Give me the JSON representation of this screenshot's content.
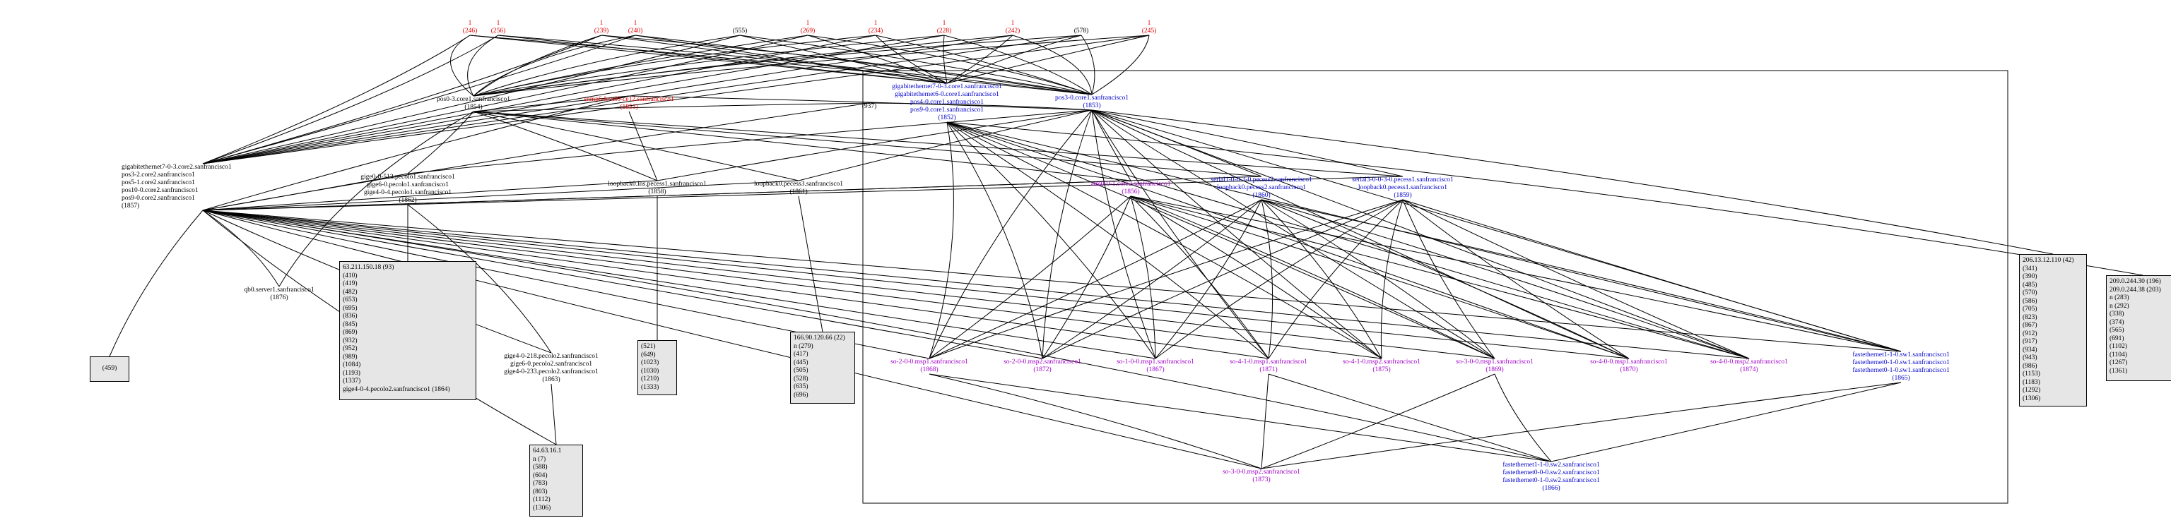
{
  "colors": {
    "black": "#000000",
    "red": "#e00000",
    "blue": "#0000cc",
    "purple": "#a000c8",
    "box_fill": "#e6e6e6"
  },
  "top_nodes": [
    {
      "id": "t246",
      "lines": [
        "1",
        "(246)"
      ],
      "color": "red"
    },
    {
      "id": "t256",
      "lines": [
        "1",
        "(256)"
      ],
      "color": "red"
    },
    {
      "id": "t239",
      "lines": [
        "1",
        "(239)"
      ],
      "color": "red"
    },
    {
      "id": "t240",
      "lines": [
        "1",
        "(240)"
      ],
      "color": "red"
    },
    {
      "id": "t555",
      "lines": [
        "(555)"
      ],
      "color": "black"
    },
    {
      "id": "t269",
      "lines": [
        "1",
        "(269)"
      ],
      "color": "red"
    },
    {
      "id": "t234",
      "lines": [
        "1",
        "(234)"
      ],
      "color": "red"
    },
    {
      "id": "t228",
      "lines": [
        "1",
        "(228)"
      ],
      "color": "red"
    },
    {
      "id": "t242",
      "lines": [
        "1",
        "(242)"
      ],
      "color": "red"
    },
    {
      "id": "t578",
      "lines": [
        "(578)"
      ],
      "color": "black"
    },
    {
      "id": "t245",
      "lines": [
        "1",
        "(245)"
      ],
      "color": "red"
    }
  ],
  "nodes": [
    {
      "id": "pos0core1",
      "lines": [
        "pos0-3.core1.sanfrancisco1",
        "(1854)"
      ],
      "color": "black"
    },
    {
      "id": "snmp",
      "lines": [
        "snmp6-level0-ce12.sanfrancisco1",
        "(1851)"
      ],
      "color": "red"
    },
    {
      "id": "n937",
      "lines": [
        "(937)"
      ],
      "color": "black"
    },
    {
      "id": "giga7core1",
      "lines": [
        "gigabitethernet7-0-3.core1.sanfrancisco1",
        "gigabitethernet6-0.core1.sanfrancisco1",
        "pos4-0.core1.sanfrancisco1",
        "pos9-0.core1.sanfrancisco1",
        "(1852)"
      ],
      "color": "blue"
    },
    {
      "id": "pos3core1",
      "lines": [
        "pos3-0.core1.sanfrancisco1",
        "(1853)"
      ],
      "color": "blue"
    },
    {
      "id": "giga7core2",
      "lines": [
        "gigabitethernet7-0-3.core2.sanfrancisco1",
        "pos3-2.core2.sanfrancisco1",
        "pos5-1.core2.sanfrancisco1",
        "pos10-0.core2.sanfrancisco1",
        "pos9-0.core2.sanfrancisco1",
        "(1857)"
      ],
      "color": "black"
    },
    {
      "id": "gige0pecolo1",
      "lines": [
        "gige0-0-513.pecolo1.sanfrancisco1",
        "gige6-0.pecolo1.sanfrancisco1",
        "gige4-0-4.pecolo1.sanfrancisco1",
        "(1862)"
      ],
      "color": "black"
    },
    {
      "id": "loopback0ns",
      "lines": [
        "loopback0.lns.pecess1.sanfrancisco1",
        "(1858)"
      ],
      "color": "black"
    },
    {
      "id": "loopback0pecess3",
      "lines": [
        "loopback0.pecess3.sanfrancisco1",
        "(1861)"
      ],
      "color": "black"
    },
    {
      "id": "atm0core2",
      "lines": [
        "atm0-0-1.core2.sanfrancisco1",
        "(1856)"
      ],
      "color": "purple"
    },
    {
      "id": "serial1pecess2",
      "lines": [
        "serial1-0-0-3-0.pecess2.sanfrancisco1",
        "loopback0.pecess2.sanfrancisco1",
        "(1860)"
      ],
      "color": "blue"
    },
    {
      "id": "serial3pecess1",
      "lines": [
        "serial3-0-0-3-0.pecess1.sanfrancisco1",
        "loopback0.pecess1.sanfrancisco1",
        "(1859)"
      ],
      "color": "blue"
    },
    {
      "id": "qb0server1",
      "lines": [
        "qb0.server1.sanfrancisco1",
        "(1876)"
      ],
      "color": "black"
    },
    {
      "id": "gige4pecolo2",
      "lines": [
        "gige4-0-218.pecolo2.sanfrancisco1",
        "gige6-0.pecolo2.sanfrancisco1",
        "gige4-0-233.pecolo2.sanfrancisco1",
        "(1863)"
      ],
      "color": "black"
    },
    {
      "id": "so2msp1",
      "lines": [
        "so-2-0-0.msp1.sanfrancisco1",
        "(1868)"
      ],
      "color": "purple"
    },
    {
      "id": "so2msp2",
      "lines": [
        "so-2-0-0.msp2.sanfrancisco1",
        "(1872)"
      ],
      "color": "purple"
    },
    {
      "id": "so1msp1",
      "lines": [
        "so-1-0-0.msp1.sanfrancisco1",
        "(1867)"
      ],
      "color": "purple"
    },
    {
      "id": "so41msp1",
      "lines": [
        "so-4-1-0.msp1.sanfrancisco1",
        "(1871)"
      ],
      "color": "purple"
    },
    {
      "id": "so41msp2",
      "lines": [
        "so-4-1-0.msp2.sanfrancisco1",
        "(1875)"
      ],
      "color": "purple"
    },
    {
      "id": "so3msp1",
      "lines": [
        "so-3-0-0.msp1.sanfrancisco1",
        "(1869)"
      ],
      "color": "purple"
    },
    {
      "id": "so4msp1",
      "lines": [
        "so-4-0-0.msp1.sanfrancisco1",
        "(1870)"
      ],
      "color": "purple"
    },
    {
      "id": "so4msp2",
      "lines": [
        "so-4-0-0.msp2.sanfrancisco1",
        "(1874)"
      ],
      "color": "purple"
    },
    {
      "id": "fastsw1",
      "lines": [
        "fastethernet1-1-0.sw1.sanfrancisco1",
        "fastethernet0-1-0.sw1.sanfrancisco1",
        "fastethernet0-1-0.sw1.sanfrancisco1",
        "(1865)"
      ],
      "color": "blue"
    },
    {
      "id": "so3msp2",
      "lines": [
        "so-3-0-0.msp2.sanfrancisco1",
        "(1873)"
      ],
      "color": "purple"
    },
    {
      "id": "fastsw2",
      "lines": [
        "fastethernet1-1-0.sw2.sanfrancisco1",
        "fastethernet0-0-0.sw2.sanfrancisco1",
        "fastethernet0-1-0.sw2.sanfrancisco1",
        "(1866)"
      ],
      "color": "blue"
    }
  ],
  "boxes": [
    {
      "id": "b459",
      "lines": [
        "(459)"
      ]
    },
    {
      "id": "b63",
      "lines": [
        "63.211.150.18 (93)",
        "(410)",
        "(419)",
        "(482)",
        "(653)",
        "(695)",
        "(836)",
        "(845)",
        "(869)",
        "(932)",
        "(952)",
        "(989)",
        "(1084)",
        "(1193)",
        "(1337)",
        "gige4-0-4.pecolo2.sanfrancisco1 (1864)"
      ]
    },
    {
      "id": "b521",
      "lines": [
        "(521)",
        "(649)",
        "(1023)",
        "(1030)",
        "(1210)",
        "(1333)"
      ]
    },
    {
      "id": "b166",
      "lines": [
        "166.90.120.66 (22)",
        "n (279)",
        "(417)",
        "(445)",
        "(505)",
        "(528)",
        "(635)",
        "(696)"
      ]
    },
    {
      "id": "b64",
      "lines": [
        "64.63.16.1",
        "n (7)",
        "(588)",
        "(604)",
        "(783)",
        "(803)",
        "(1112)",
        "(1306)"
      ]
    },
    {
      "id": "b206",
      "lines": [
        "206.13.12.110 (42)",
        "(341)",
        "(390)",
        "(485)",
        "(570)",
        "(586)",
        "(705)",
        "(823)",
        "(867)",
        "(912)",
        "(917)",
        "(934)",
        "(943)",
        "(986)",
        "(1153)",
        "(1183)",
        "(1292)",
        "(1306)"
      ]
    },
    {
      "id": "b209",
      "lines": [
        "209.0.244.30 (196)",
        "209.0.244.38 (203)",
        "n (283)",
        "n (292)",
        "(338)",
        "(374)",
        "(565)",
        "(691)",
        "(1102)",
        "(1104)",
        "(1267)",
        "(1361)"
      ]
    }
  ]
}
